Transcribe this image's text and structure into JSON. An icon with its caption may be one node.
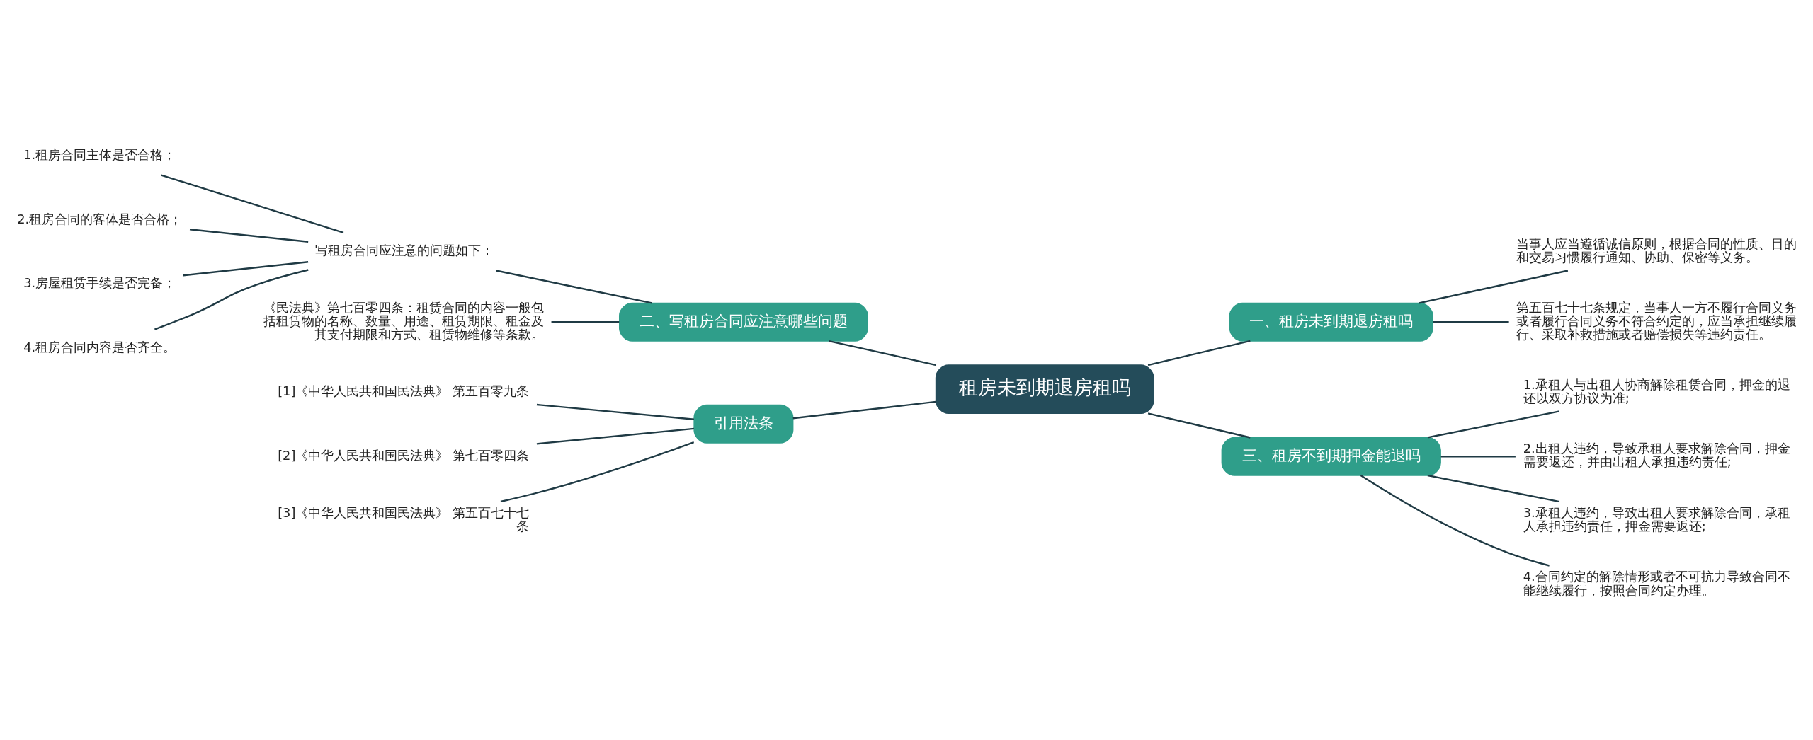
{
  "diagram": {
    "nodes": [
      {
        "text": [
          "租房未到期退房租吗"
        ]
      },
      {
        "text": [
          "一、租房未到期退房租吗"
        ]
      },
      {
        "text": [
          "当事人应当遵循诚信原则，根据合同的性质、目的和交易习惯履行通知、协助、保密等义务。"
        ]
      },
      {
        "text": [
          "第五百七十七条规定，当事人一方不履行合同义务或者履行合同义务不符合约定的，应当承担继续履行、采取补救措施或者赔偿损失等违约责任。"
        ]
      },
      {
        "text": [
          "二、写租房合同应注意哪些问题"
        ]
      },
      {
        "text": [
          "写租房合同应注意的问题如下："
        ]
      },
      {
        "text": [
          "1.租房合同主体是否合格；"
        ]
      },
      {
        "text": [
          "2.租房合同的客体是否合格；"
        ]
      },
      {
        "text": [
          "3.房屋租赁手续是否完备；"
        ]
      },
      {
        "text": [
          "4.租房合同内容是否齐全。"
        ]
      },
      {
        "text": [
          "《民法典》第七百零四条：租赁合同的内容一般包括租赁物的名称、数量、用途、租赁期限、租金及其支付期限和方式、租赁物维修等条款。"
        ]
      },
      {
        "text": [
          "三、租房不到期押金能退吗"
        ]
      },
      {
        "text": [
          "1.承租人与出租人协商解除租赁合同，押金的退还以双方协议为准;"
        ]
      },
      {
        "text": [
          "2.出租人违约，导致承租人要求解除合同，押金需要返还，并由出租人承担违约责任;"
        ]
      },
      {
        "text": [
          "3.承租人违约，导致出租人要求解除合同，承租人承担违约责任，押金需要返还;"
        ]
      },
      {
        "text": [
          "4.合同约定的解除情形或者不可抗力导致合同不能继续履行，按照合同约定办理。"
        ]
      },
      {
        "text": [
          "引用法条"
        ]
      },
      {
        "text": [
          "[1]《中华人民共和国民法典》 第五百零九条"
        ]
      },
      {
        "text": [
          "[2]《中华人民共和国民法典》 第七百零四条"
        ]
      },
      {
        "text": [
          "[3]《中华人民共和国民法典》 第五百七十七条"
        ]
      }
    ],
    "edges": [
      {
        "from": 0,
        "to": 1,
        "arrow": "none"
      },
      {
        "from": 1,
        "to": 2,
        "arrow": "none"
      },
      {
        "from": 1,
        "to": 3,
        "arrow": "none"
      },
      {
        "from": 0,
        "to": 4,
        "arrow": "none"
      },
      {
        "from": 4,
        "to": 5,
        "arrow": "none"
      },
      {
        "from": 5,
        "to": 6,
        "arrow": "none"
      },
      {
        "from": 5,
        "to": 7,
        "arrow": "none"
      },
      {
        "from": 5,
        "to": 8,
        "arrow": "none"
      },
      {
        "from": 5,
        "to": 9,
        "arrow": "none"
      },
      {
        "from": 4,
        "to": 10,
        "arrow": "none"
      },
      {
        "from": 0,
        "to": 11,
        "arrow": "none"
      },
      {
        "from": 11,
        "to": 12,
        "arrow": "none"
      },
      {
        "from": 11,
        "to": 13,
        "arrow": "none"
      },
      {
        "from": 11,
        "to": 14,
        "arrow": "none"
      },
      {
        "from": 11,
        "to": 15,
        "arrow": "none"
      },
      {
        "from": 0,
        "to": 16,
        "arrow": "none"
      },
      {
        "from": 16,
        "to": 17,
        "arrow": "none"
      },
      {
        "from": 16,
        "to": 18,
        "arrow": "none"
      },
      {
        "from": 16,
        "to": 19,
        "arrow": "none"
      }
    ]
  }
}
